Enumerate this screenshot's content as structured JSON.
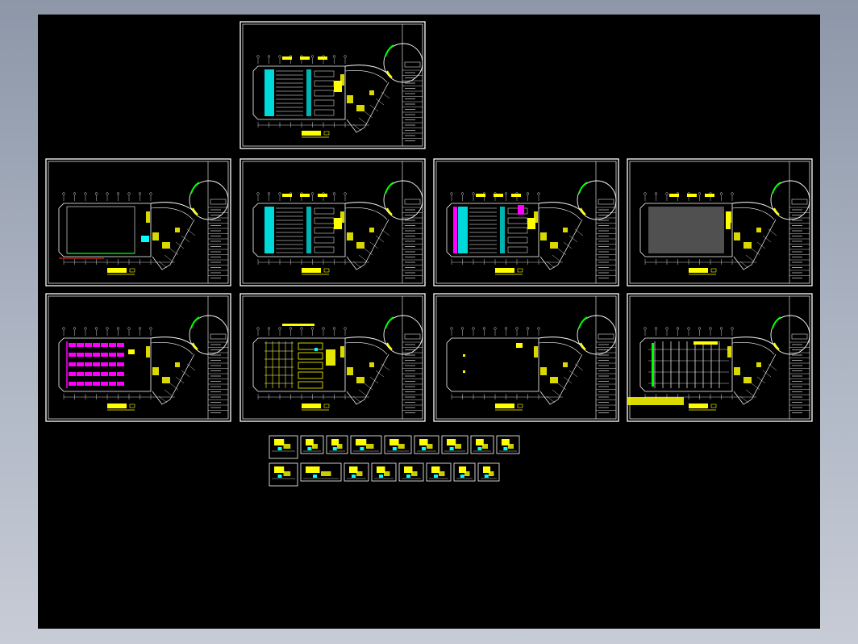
{
  "app": {
    "window_title": ""
  },
  "colors": {
    "background_outer": "#a3acbb",
    "model_space": "#000000",
    "sheet_border": "#ffffff",
    "plan_lines": "#ffffff",
    "annotation": "#ffff00",
    "stair_fill": "#00ffff",
    "ceiling_grid": "#ff00ff",
    "round_room": "#00ff00",
    "hatch_dark": "#505050"
  },
  "sheets": [
    {
      "name": "sheet-top",
      "variant": "cyan",
      "title_label": "",
      "scale_label": ""
    },
    {
      "name": "sheet-r1-c1",
      "variant": "outline",
      "title_label": "",
      "scale_label": ""
    },
    {
      "name": "sheet-r1-c2",
      "variant": "cyan",
      "title_label": "",
      "scale_label": ""
    },
    {
      "name": "sheet-r1-c3",
      "variant": "magenta-cyan",
      "title_label": "",
      "scale_label": ""
    },
    {
      "name": "sheet-r1-c4",
      "variant": "hatch",
      "title_label": "",
      "scale_label": ""
    },
    {
      "name": "sheet-r2-c1",
      "variant": "magenta-grid",
      "title_label": "",
      "scale_label": ""
    },
    {
      "name": "sheet-r2-c2",
      "variant": "yellow-detail",
      "title_label": "",
      "scale_label": ""
    },
    {
      "name": "sheet-r2-c3",
      "variant": "sparse",
      "title_label": "",
      "scale_label": ""
    },
    {
      "name": "sheet-r2-c4",
      "variant": "columns",
      "title_label": "",
      "scale_label": ""
    }
  ],
  "detail_rows": [
    {
      "name": "detail-row-1",
      "count": 9
    },
    {
      "name": "detail-row-2",
      "count": 8
    }
  ]
}
